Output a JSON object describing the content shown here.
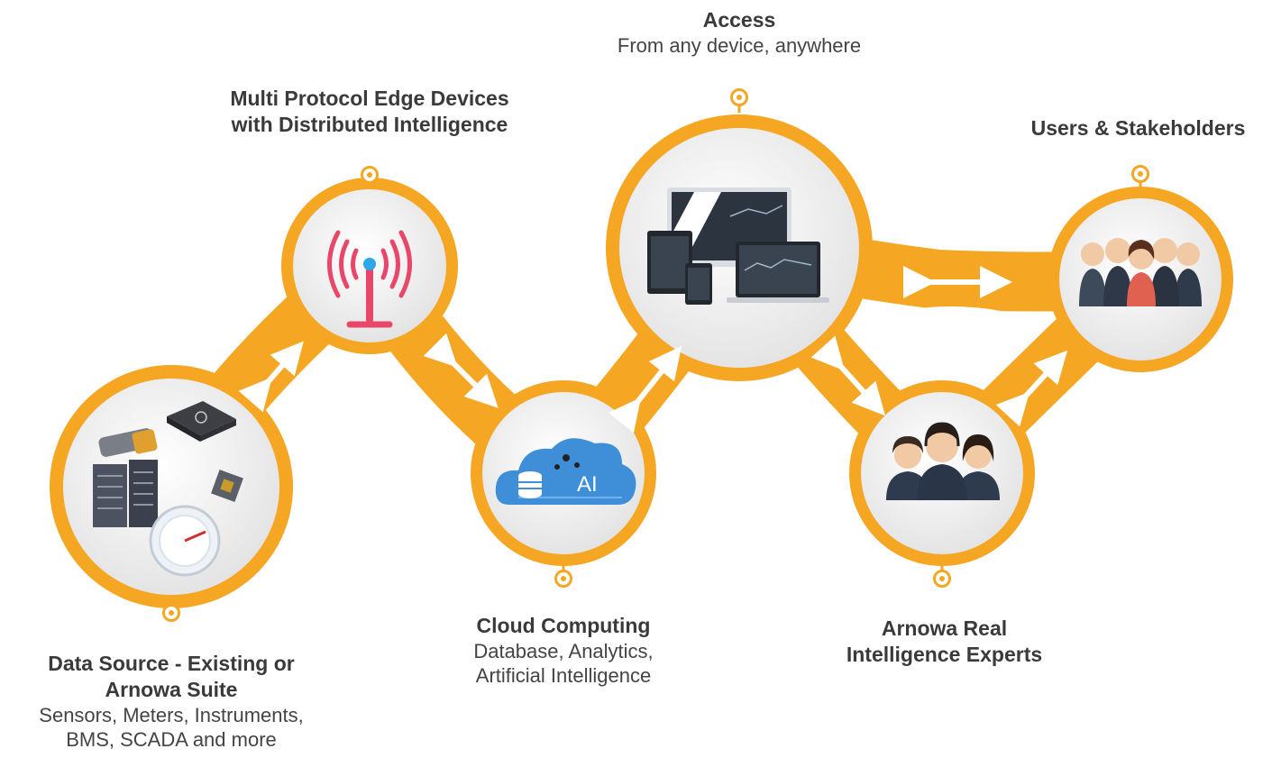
{
  "nodes": {
    "data_source": {
      "title_line1": "Data Source - Existing or",
      "title_line2": "Arnowa Suite",
      "desc_line1": "Sensors, Meters, Instruments,",
      "desc_line2": "BMS, SCADA and more"
    },
    "edge": {
      "title_line1": "Multi Protocol Edge Devices",
      "title_line2": "with Distributed Intelligence"
    },
    "cloud": {
      "title": "Cloud Computing",
      "desc_line1": "Database, Analytics,",
      "desc_line2": "Artificial Intelligence",
      "icon_text": "AI"
    },
    "access": {
      "title": "Access",
      "desc": "From any device, anywhere"
    },
    "experts": {
      "title_line1": "Arnowa Real",
      "title_line2": "Intelligence Experts"
    },
    "users": {
      "title": "Users & Stakeholders"
    }
  },
  "colors": {
    "accent": "#f5a623",
    "circle_fill": "#f2f2f2",
    "text": "#3a3a3a",
    "antenna": "#e8476a"
  },
  "icons": [
    "sensors-devices-icon",
    "antenna-icon",
    "cloud-ai-icon",
    "multi-device-screens-icon",
    "support-experts-icon",
    "users-group-icon"
  ]
}
